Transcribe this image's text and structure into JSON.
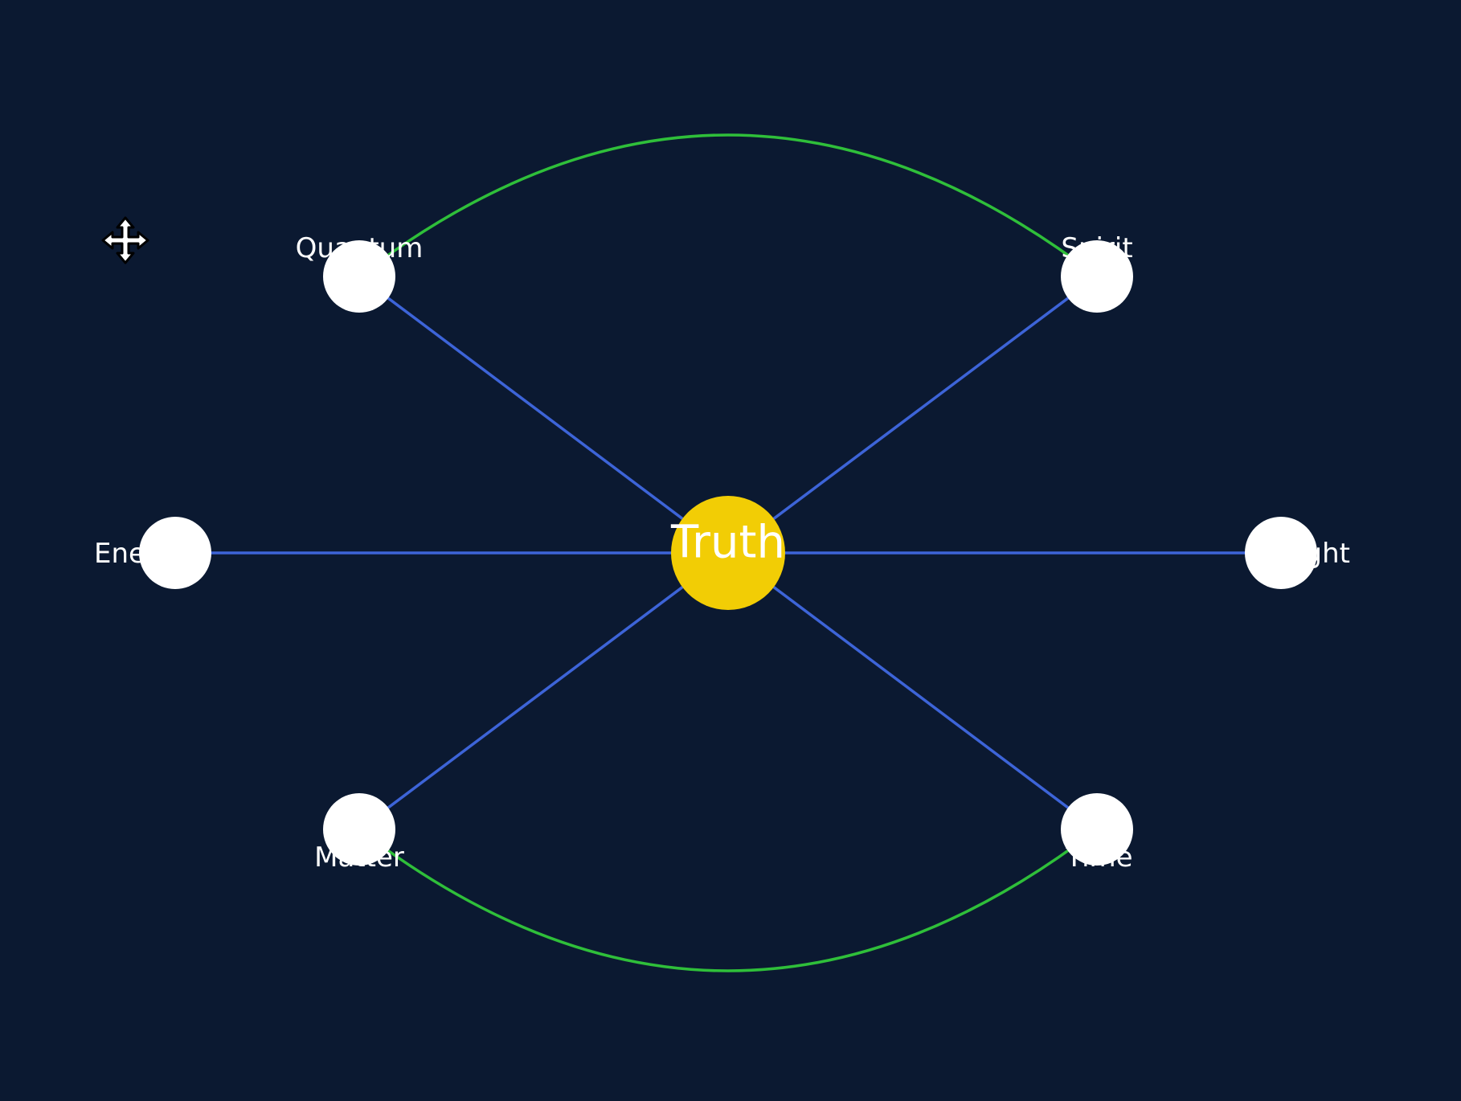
{
  "colors": {
    "background": "#0b1931",
    "center_fill": "#f2cd05",
    "node_fill": "#ffffff",
    "spoke_edge": "#3d64d8",
    "arc_edge": "#2fbf3a",
    "label_text": "#ffffff"
  },
  "center": {
    "label": "Truth"
  },
  "nodes": [
    {
      "id": "quantum",
      "label": "Quantum"
    },
    {
      "id": "spirit",
      "label": "Spirit"
    },
    {
      "id": "energy",
      "label": "Energy"
    },
    {
      "id": "light",
      "label": "Light"
    },
    {
      "id": "matter",
      "label": "Matter"
    },
    {
      "id": "time",
      "label": "Time"
    }
  ],
  "spokes": [
    {
      "from": "center",
      "to": "quantum"
    },
    {
      "from": "center",
      "to": "spirit"
    },
    {
      "from": "center",
      "to": "energy"
    },
    {
      "from": "center",
      "to": "light"
    },
    {
      "from": "center",
      "to": "matter"
    },
    {
      "from": "center",
      "to": "time"
    }
  ],
  "arcs": [
    {
      "from": "quantum",
      "to": "spirit"
    },
    {
      "from": "matter",
      "to": "time"
    }
  ],
  "move_handle": {
    "icon": "move-arrows-icon"
  }
}
